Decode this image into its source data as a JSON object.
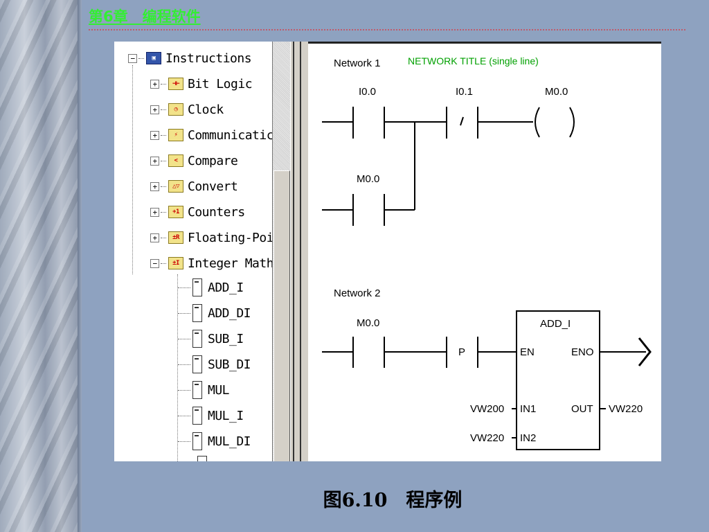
{
  "chapter_title": "第6章　编程软件",
  "caption": "图6.10　程序例",
  "tree": {
    "items": [
      {
        "label": "Instructions",
        "expander": "−",
        "icon": "instructions-folder-icon",
        "icon_glyph": "▣"
      },
      {
        "label": "Bit Logic",
        "expander": "+",
        "icon": "bit-logic-folder-icon",
        "icon_glyph": "⊣⊢"
      },
      {
        "label": "Clock",
        "expander": "+",
        "icon": "clock-folder-icon",
        "icon_glyph": "◷"
      },
      {
        "label": "Communicatic",
        "expander": "+",
        "icon": "communication-folder-icon",
        "icon_glyph": "⚡"
      },
      {
        "label": "Compare",
        "expander": "+",
        "icon": "compare-folder-icon",
        "icon_glyph": "<"
      },
      {
        "label": "Convert",
        "expander": "+",
        "icon": "convert-folder-icon",
        "icon_glyph": "△▽"
      },
      {
        "label": "Counters",
        "expander": "+",
        "icon": "counters-folder-icon",
        "icon_glyph": "+1"
      },
      {
        "label": "Floating-Poi",
        "expander": "+",
        "icon": "floating-point-folder-icon",
        "icon_glyph": "±R"
      },
      {
        "label": "Integer Math",
        "expander": "−",
        "icon": "integer-math-folder-icon",
        "icon_glyph": "±I"
      }
    ],
    "instructions": [
      "ADD_I",
      "ADD_DI",
      "SUB_I",
      "SUB_DI",
      "MUL",
      "MUL_I",
      "MUL_DI"
    ]
  },
  "ladder": {
    "network1": {
      "label": "Network 1",
      "title": "NETWORK TITLE (single line)",
      "contact1": "I0.0",
      "contact2": "I0.1",
      "coil": "M0.0",
      "parallel_contact": "M0.0"
    },
    "network2": {
      "label": "Network 2",
      "contact": "M0.0",
      "p_label": "P",
      "box_title": "ADD_I",
      "en": "EN",
      "eno": "ENO",
      "in1": "IN1",
      "in2": "IN2",
      "out": "OUT",
      "in1_operand": "VW200",
      "in2_operand": "VW220",
      "out_operand": "VW220"
    }
  },
  "colors": {
    "background": "#8ea2c0",
    "chapter_title": "#33ee33",
    "network_title": "#00a000"
  }
}
